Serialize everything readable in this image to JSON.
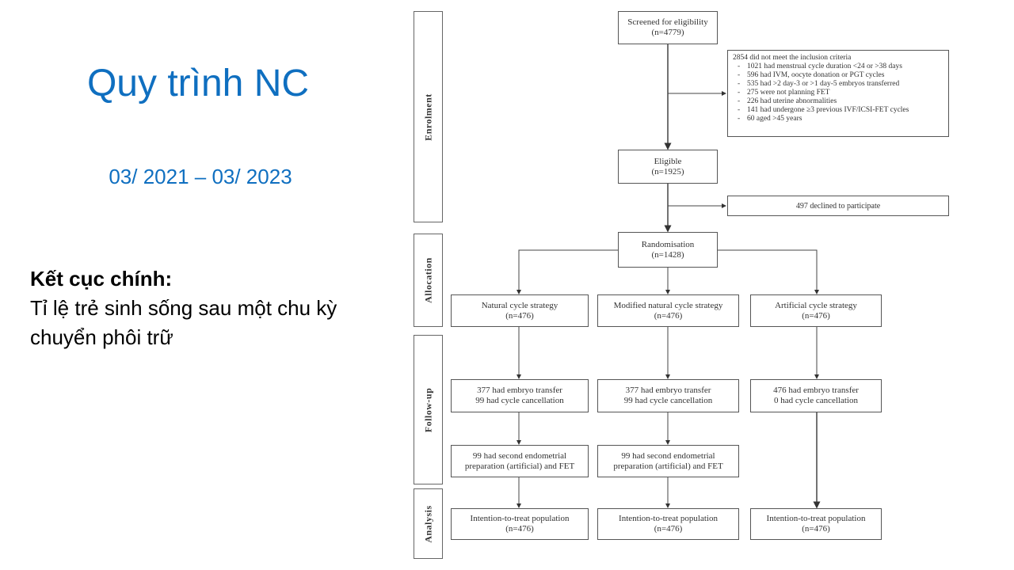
{
  "slide": {
    "title": "Quy trình NC",
    "date_range": "03/ 2021 – 03/ 2023",
    "outcome_heading": "Kết cục chính:",
    "outcome_text": "Tỉ lệ trẻ sinh sống sau một chu kỳ chuyển phôi trữ"
  },
  "flowchart": {
    "phases": [
      "Enrolment",
      "Allocation",
      "Follow-up",
      "Analysis"
    ],
    "screened": {
      "label": "Screened for eligibility",
      "n": "(n=4779)"
    },
    "exclusion": {
      "heading": "2854 did not meet the inclusion criteria",
      "items": [
        "1021 had menstrual cycle duration <24 or >38 days",
        "596 had IVM, oocyte donation or PGT cycles",
        "535 had >2 day-3 or >1 day-5 embryos transferred",
        "275 were not planning FET",
        "226 had uterine abnormalities",
        "141 had undergone ≥3 previous IVF/ICSI-FET cycles",
        "60 aged >45 years"
      ]
    },
    "eligible": {
      "label": "Eligible",
      "n": "(n=1925)"
    },
    "declined": {
      "label": "497 declined to participate"
    },
    "randomisation": {
      "label": "Randomisation",
      "n": "(n=1428)"
    },
    "arms": [
      {
        "name": "Natural cycle strategy",
        "n": "(n=476)",
        "followup_1": [
          "377 had embryo transfer",
          "99 had cycle cancellation"
        ],
        "followup_2": [
          "99 had second endometrial",
          "preparation (artificial) and FET"
        ],
        "analysis": {
          "label": "Intention-to-treat population",
          "n": "(n=476)"
        }
      },
      {
        "name": "Modified natural cycle strategy",
        "n": "(n=476)",
        "followup_1": [
          "377 had embryo transfer",
          "99 had cycle cancellation"
        ],
        "followup_2": [
          "99 had second endometrial",
          "preparation (artificial) and FET"
        ],
        "analysis": {
          "label": "Intention-to-treat population",
          "n": "(n=476)"
        }
      },
      {
        "name": "Artificial cycle strategy",
        "n": "(n=476)",
        "followup_1": [
          "476 had embryo transfer",
          "0 had cycle cancellation"
        ],
        "analysis": {
          "label": "Intention-to-treat population",
          "n": "(n=476)"
        }
      }
    ]
  }
}
